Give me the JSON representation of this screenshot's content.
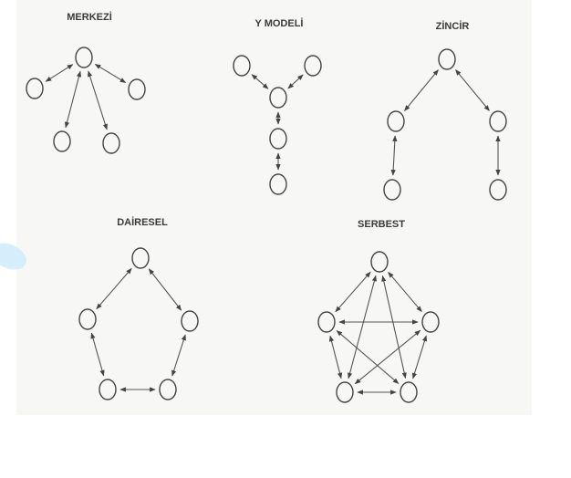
{
  "diagram": {
    "networks": [
      {
        "title": "MERKEZİ"
      },
      {
        "title": "Y MODELİ"
      },
      {
        "title": "ZİNCİR"
      },
      {
        "title": "DAİRESEL"
      },
      {
        "title": "SERBEST"
      }
    ],
    "colors": {
      "stroke": "#444444",
      "text": "#3a3a3a"
    }
  }
}
